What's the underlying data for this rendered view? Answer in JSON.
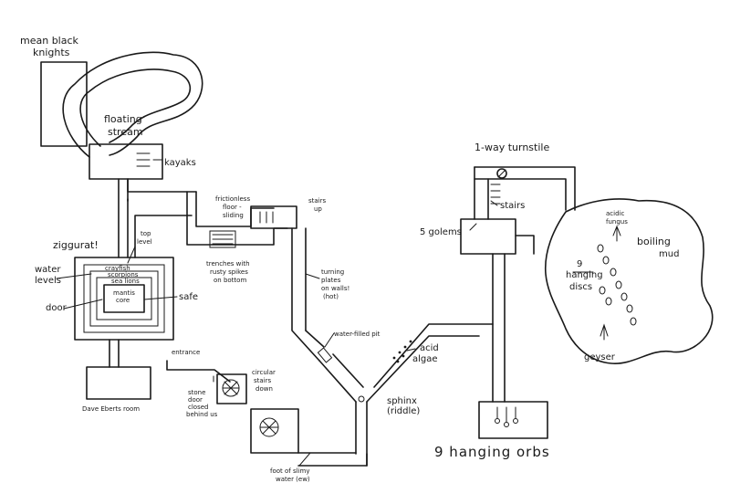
{
  "labels": {
    "mean_black_knights_1": "mean black",
    "mean_black_knights_2": "knights",
    "floating_stream_1": "floating",
    "floating_stream_2": "stream",
    "kayaks": "kayaks",
    "frictionless_1": "frictionless",
    "frictionless_2": "floor -",
    "frictionless_3": "sliding",
    "stairs_up_1": "stairs",
    "stairs_up_2": "up",
    "one_way_turnstile": "1-way turnstile",
    "stairs": "stairs",
    "five_golems": "5 golems",
    "acidic_fungus_1": "acidic",
    "acidic_fungus_2": "fungus",
    "boiling_mud_1": "boiling",
    "boiling_mud_2": "mud",
    "nine_hanging_discs_1": "9",
    "nine_hanging_discs_2": "hanging",
    "nine_hanging_discs_3": "discs",
    "geyser": "geyser",
    "ziggurat": "ziggurat!",
    "top_level_1": "top",
    "top_level_2": "level",
    "water_levels_1": "water",
    "water_levels_2": "levels",
    "door": "door",
    "safe": "safe",
    "crayfish": "crayfish",
    "scorpions": "scorpions",
    "sea_lions": "sea lions",
    "mantis_core_1": "mantis",
    "mantis_core_2": "core",
    "trenches_1": "trenches with",
    "trenches_2": "rusty spikes",
    "trenches_3": "on bottom",
    "turning_plates_1": "turning",
    "turning_plates_2": "plates",
    "turning_plates_3": "on walls!",
    "turning_plates_4": "(hot)",
    "water_filled_pit": "water-filled pit",
    "acid_algae_1": "acid",
    "acid_algae_2": "algae",
    "entrance": "entrance",
    "circular_stairs_1": "circular",
    "circular_stairs_2": "stairs",
    "circular_stairs_3": "down",
    "stone_door_1": "stone",
    "stone_door_2": "door",
    "stone_door_3": "closed",
    "stone_door_4": "behind us",
    "dave_room": "Dave Eberts room",
    "sphinx_1": "sphinx",
    "sphinx_2": "(riddle)",
    "nine_hanging_orbs": "9 hanging orbs",
    "slimy_water_1": "foot of slimy",
    "slimy_water_2": "water (ew)"
  }
}
